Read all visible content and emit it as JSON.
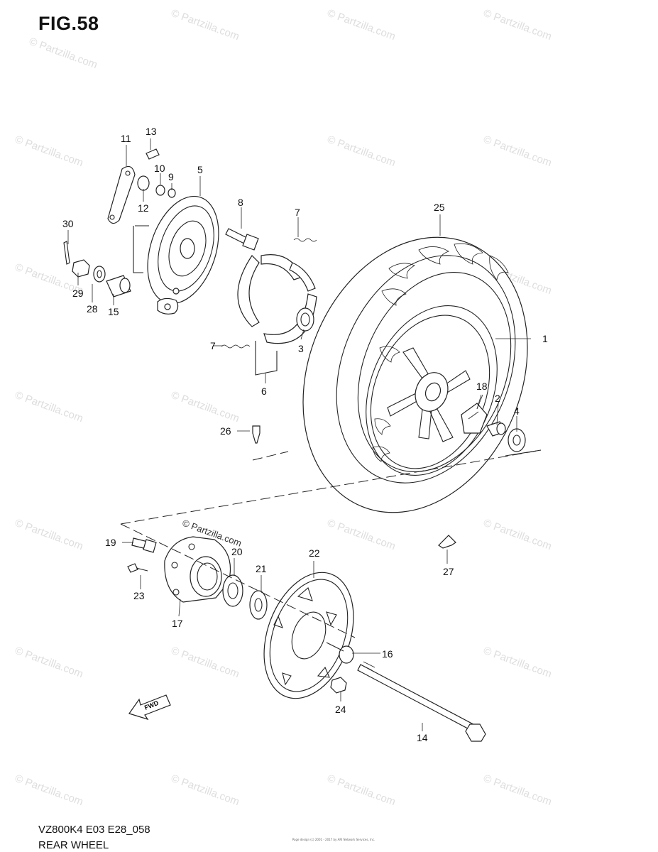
{
  "figure": {
    "title": "FIG.58",
    "code": "VZ800K4 E03 E28_058",
    "caption": "REAR WHEEL",
    "fine_print": "Page design (c) 2001 - 2017 by ARI Network Services, Inc."
  },
  "watermark": {
    "text": "© Partzilla.com",
    "inline_text": "© Partzilla.com"
  },
  "arrow_label": "FWD",
  "callouts": [
    {
      "id": "c1",
      "label": "1"
    },
    {
      "id": "c2",
      "label": "2"
    },
    {
      "id": "c3",
      "label": "3"
    },
    {
      "id": "c4",
      "label": "4"
    },
    {
      "id": "c5",
      "label": "5"
    },
    {
      "id": "c6",
      "label": "6"
    },
    {
      "id": "c7a",
      "label": "7"
    },
    {
      "id": "c7b",
      "label": "7"
    },
    {
      "id": "c8",
      "label": "8"
    },
    {
      "id": "c9",
      "label": "9"
    },
    {
      "id": "c10",
      "label": "10"
    },
    {
      "id": "c11",
      "label": "11"
    },
    {
      "id": "c12",
      "label": "12"
    },
    {
      "id": "c13",
      "label": "13"
    },
    {
      "id": "c14",
      "label": "14"
    },
    {
      "id": "c15",
      "label": "15"
    },
    {
      "id": "c16",
      "label": "16"
    },
    {
      "id": "c17",
      "label": "17"
    },
    {
      "id": "c18",
      "label": "18"
    },
    {
      "id": "c19",
      "label": "19"
    },
    {
      "id": "c20",
      "label": "20"
    },
    {
      "id": "c21",
      "label": "21"
    },
    {
      "id": "c22",
      "label": "22"
    },
    {
      "id": "c23",
      "label": "23"
    },
    {
      "id": "c24",
      "label": "24"
    },
    {
      "id": "c25",
      "label": "25"
    },
    {
      "id": "c26",
      "label": "26"
    },
    {
      "id": "c27",
      "label": "27"
    },
    {
      "id": "c28",
      "label": "28"
    },
    {
      "id": "c29",
      "label": "29"
    },
    {
      "id": "c30",
      "label": "30"
    }
  ]
}
